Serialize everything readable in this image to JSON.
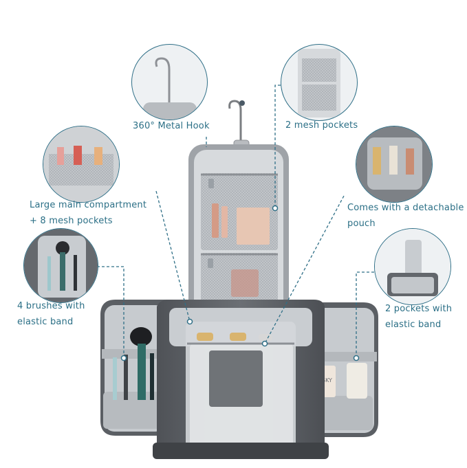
{
  "features": {
    "hook": {
      "label": "360° Metal Hook"
    },
    "mesh_pockets": {
      "label": "2 mesh pockets"
    },
    "main_compartment": {
      "line1": "Large main compartment",
      "line2": "+ 8 mesh pockets"
    },
    "detachable_pouch": {
      "line1": "Comes with a detachable",
      "line2": "pouch"
    },
    "brushes": {
      "line1": "4 brushes with",
      "line2": "elastic band"
    },
    "elastic_pockets": {
      "line1": "2 pockets with",
      "line2": "elastic band"
    }
  },
  "colors": {
    "accent": "#2b6f86",
    "bag_dark": "#5a5d62",
    "bag_lining": "#c9cdd1",
    "mesh": "#b9bdc1"
  },
  "product_text": {
    "bottle_label": "SKY"
  }
}
